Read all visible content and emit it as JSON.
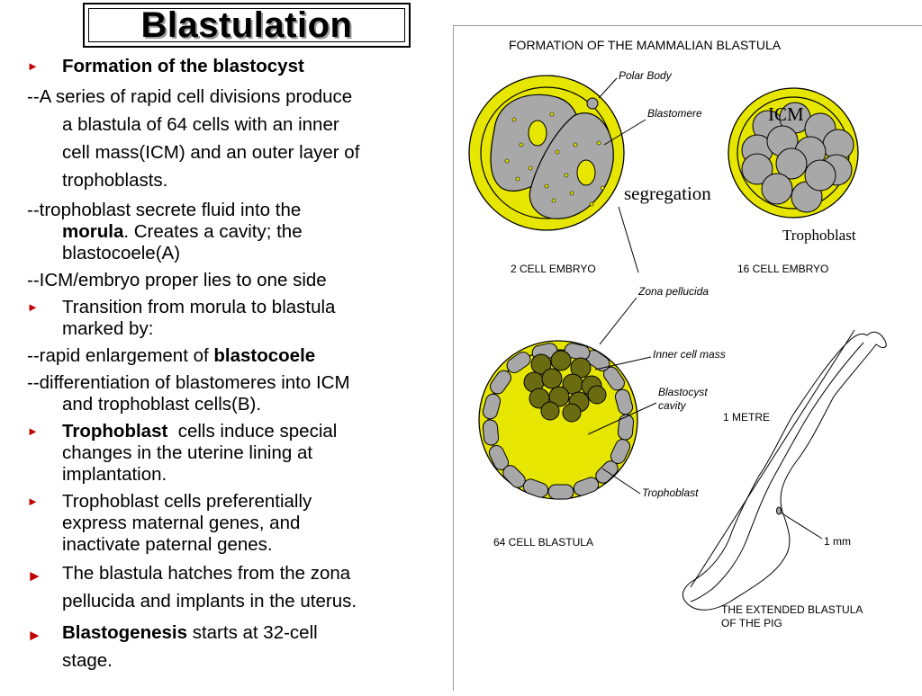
{
  "slide": {
    "title": "Blastulation"
  },
  "bullets": {
    "b1": "Formation of the blastocyst",
    "d1_1": "--A series of rapid cell divisions produce",
    "d1_2": "a blastula of 64 cells with an inner",
    "d1_3": "cell mass(ICM) and an outer layer of",
    "d1_4": "trophoblasts.",
    "d2_a": "--trophoblast secrete fluid into the",
    "d2_b": "morula",
    "d2_c": ". Creates a cavity; the",
    "d2_d": "blastocoele(A)",
    "d3": "--ICM/embryo proper lies to one side",
    "b2_1": "Transition from morula to blastula",
    "b2_2": "marked by:",
    "d4_a": "--rapid enlargement of ",
    "d4_b": "blastocoele",
    "d5_1": "--differentiation of blastomeres into ICM",
    "d5_2": "and trophoblast cells(B).",
    "b3_a": "Trophoblast",
    "b3_b": "  cells induce special",
    "b3_2": "changes in the uterine lining at",
    "b3_3": "implantation.",
    "b4_1": "Trophoblast cells preferentially",
    "b4_2": "express maternal genes, and",
    "b4_3": "inactivate paternal genes.",
    "b5_1": "The blastula hatches from the zona",
    "b5_2": "pellucida and implants in the uterus.",
    "b6_a": "Blastogenesis",
    "b6_b": " starts at 32-cell",
    "b6_2": "stage."
  },
  "figure": {
    "title": "FORMATION OF THE MAMMALIAN BLASTULA",
    "labels": {
      "polar_body": "Polar Body",
      "blastomere": "Blastomere",
      "icm": "ICM",
      "segregation": "segregation",
      "trophoblast_top": "Trophoblast",
      "two_cell": "2 CELL EMBRYO",
      "sixteen_cell": "16 CELL EMBRYO",
      "zona": "Zona pellucida",
      "inner_cell_mass": "Inner cell mass",
      "blastocyst_cavity_1": "Blastocyst",
      "blastocyst_cavity_2": "cavity",
      "one_metre": "1 METRE",
      "trophoblast_bottom": "Trophoblast",
      "one_mm": "1 mm",
      "sixtyfour": "64 CELL BLASTULA",
      "pig_1": "THE EXTENDED BLASTULA",
      "pig_2": "OF THE PIG"
    },
    "colors": {
      "zona": "#e6e600",
      "cell": "#a8a8a8",
      "icm": "#6b6b12",
      "bullet": "#c00000"
    }
  }
}
